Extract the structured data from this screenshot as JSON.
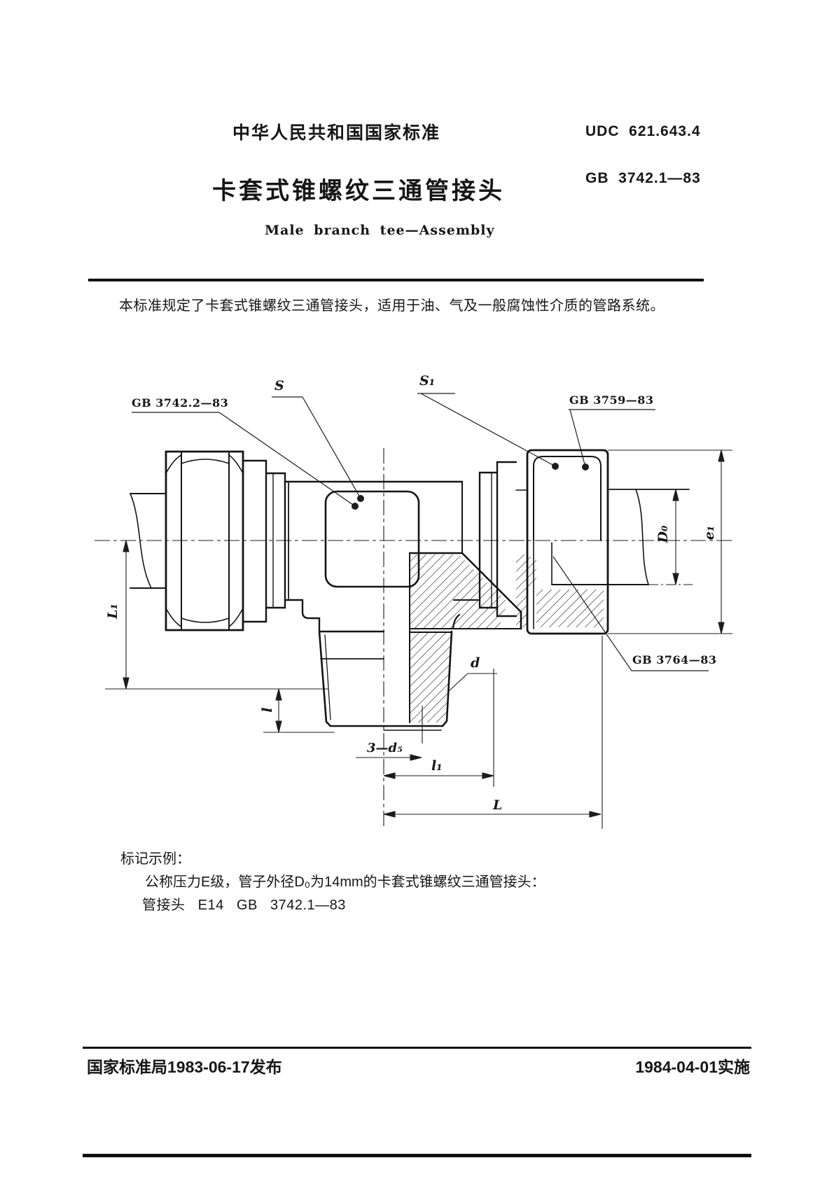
{
  "header": {
    "standard_title": "中华人民共和国国家标准",
    "udc": "UDC  621.643.4",
    "title": "卡套式锥螺纹三通管接头",
    "standard_no": "GB  3742.1—83",
    "subtitle_en": "Male branch tee—Assembly"
  },
  "intro": "本标准规定了卡套式锥螺纹三通管接头，适用于油、气及一般腐蚀性介质的管路系统。",
  "drawing": {
    "labels": {
      "body_std": "GB 3742.2—83",
      "s": "S",
      "s1": "S₁",
      "nut_std": "GB 3759—83",
      "ferrule_std": "GB 3764—83",
      "d0": "D₀",
      "e1": "e₁",
      "L1": "L₁",
      "l": "l",
      "d": "d",
      "holes": "3—d₅",
      "l1": "l₁",
      "L": "L"
    }
  },
  "example": {
    "heading": "标记示例：",
    "line1": "公称压力E级，管子外径D₀为14mm的卡套式锥螺纹三通管接头：",
    "line2": "管接头   E14   GB   3742.1—83"
  },
  "footer": {
    "issued": "国家标准局1983-06-17发布",
    "effective": "1984-04-01实施"
  }
}
